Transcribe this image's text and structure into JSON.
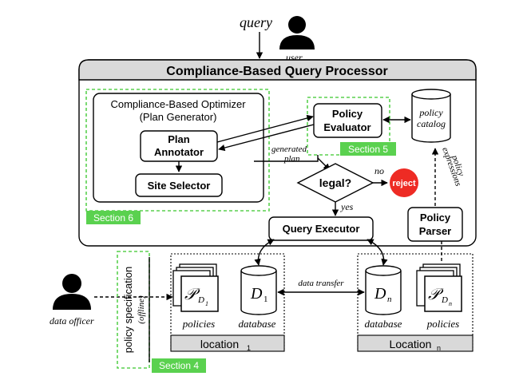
{
  "inputs": {
    "query_label": "query",
    "user_label": "user",
    "data_officer_label": "data officer"
  },
  "processor": {
    "title": "Compliance-Based Query Processor"
  },
  "optimizer": {
    "title_line1": "Compliance-Based Optimizer",
    "title_line2": "(Plan Generator)",
    "plan_annotator_line1": "Plan",
    "plan_annotator_line2": "Annotator",
    "site_selector": "Site Selector",
    "section_tag": "Section 6"
  },
  "policy_evaluator": {
    "line1": "Policy",
    "line2": "Evaluator",
    "section_tag": "Section 5"
  },
  "policy_catalog": {
    "line1": "policy",
    "line2": "catalog"
  },
  "flow": {
    "generated_plan_line1": "generated",
    "generated_plan_line2": "plan",
    "decision": "legal?",
    "no_label": "no",
    "reject": "reject",
    "yes_label": "yes",
    "policy_expressions_line1": "policy",
    "policy_expressions_line2": "expressions"
  },
  "query_executor": "Query Executor",
  "policy_parser": {
    "line1": "Policy",
    "line2": "Parser"
  },
  "policy_spec": {
    "main": "policy specification",
    "sub": "(offline)",
    "section_tag": "Section 4"
  },
  "location1": {
    "policies_symbol": "𝒫",
    "policies_subscript": "D",
    "policies_subsub": "1",
    "policies_label": "policies",
    "database_symbol": "D",
    "database_sub": "1",
    "database_label": "database",
    "footer_main": "location",
    "footer_sub": "1"
  },
  "data_transfer": "data transfer",
  "locationN": {
    "database_symbol": "D",
    "database_sub": "n",
    "database_label": "database",
    "policies_symbol": "𝒫",
    "policies_subscript": "D",
    "policies_subsub": "n",
    "policies_label": "policies",
    "footer_main": "Location",
    "footer_sub": "n"
  },
  "colors": {
    "section_green": "#5ad14f",
    "reject_red": "#ee2b24",
    "header_gray": "#d9d9d9",
    "footer_gray": "#d9d9d9"
  }
}
